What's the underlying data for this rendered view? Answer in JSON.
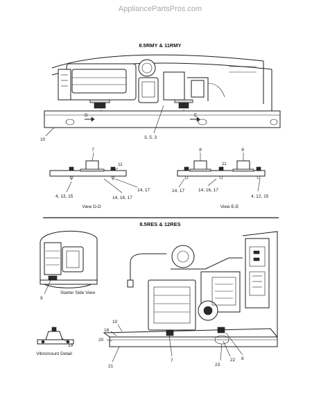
{
  "watermark": "AppliancePartsPros.com",
  "section_top": {
    "title": "8.5RMY & 11RMY",
    "callouts": {
      "base": "10",
      "bottom": "3, 5, 3",
      "view_d": "D",
      "view_e": "E"
    },
    "view_dd": {
      "caption": "View D-D",
      "callouts": [
        "7",
        "11",
        "4, 13, 15",
        "14, 16, 17",
        "14, 17"
      ]
    },
    "view_ee": {
      "caption": "View E-E",
      "callouts": [
        "8",
        "11",
        "8",
        "14, 17",
        "14, 16, 17",
        "4, 12, 15"
      ]
    }
  },
  "section_bottom": {
    "title": "8.5RES & 12RES",
    "starter_view": {
      "caption": "Starter Side View",
      "callout": "9"
    },
    "vibromount": {
      "caption": "Vibromount Detail",
      "callout": "19"
    },
    "callouts": [
      "10",
      "18",
      "20",
      "21",
      "7",
      "23",
      "22",
      "8"
    ]
  }
}
